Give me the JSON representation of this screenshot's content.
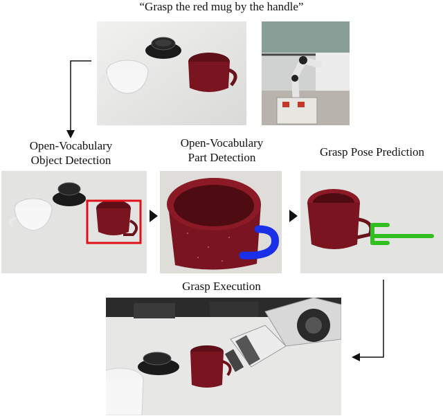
{
  "instruction": "“Grasp the red mug by the handle”",
  "stages": {
    "object_detection": "Open-Vocabulary Object Detection",
    "object_detection_lines": [
      "Open-Vocabulary",
      "Object Detection"
    ],
    "part_detection_lines": [
      "Open-Vocabulary",
      "Part Detection"
    ],
    "grasp_pose": "Grasp Pose Prediction",
    "grasp_execution": "Grasp Execution"
  },
  "colors": {
    "detection_box": "#e0101a",
    "part_mask": "#1a2fe8",
    "grasp_pose": "#2fbf1f",
    "mug_red": "#7a1420",
    "table": "#e6e6e4"
  },
  "photos": {
    "scene": "tabletop photo: white cup, black cup on saucer, red mug",
    "robot": "photo: robot arm on mobile base",
    "detection": "tabletop photo with red box around red mug",
    "part": "close-up of red mug with blue handle mask",
    "pose": "red mug with green grasp pose at handle",
    "execution": "robot gripper grasping red mug handle"
  }
}
